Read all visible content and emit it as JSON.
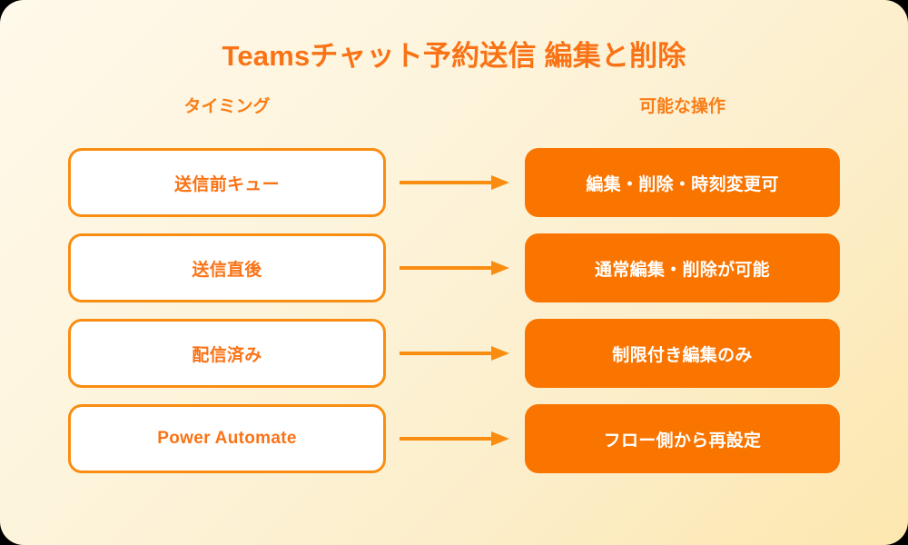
{
  "title": "Teamsチャット予約送信 編集と削除",
  "colors": {
    "accent_orange": "#F97316",
    "box_fill_orange": "#FA7500",
    "border_orange": "#F98D12",
    "background_light": "#FEF9EA",
    "background_warm": "#FCE7AE",
    "box_white": "#FFFFFF",
    "text_white": "#FFFFFF"
  },
  "headers": {
    "left": "タイミング",
    "right": "可能な操作"
  },
  "rows": [
    {
      "timing": "送信前キュー",
      "action": "編集・削除・時刻変更可"
    },
    {
      "timing": "送信直後",
      "action": "通常編集・削除が可能"
    },
    {
      "timing": "配信済み",
      "action": "制限付き編集のみ"
    },
    {
      "timing": "Power Automate",
      "action": "フロー側から再設定"
    }
  ]
}
